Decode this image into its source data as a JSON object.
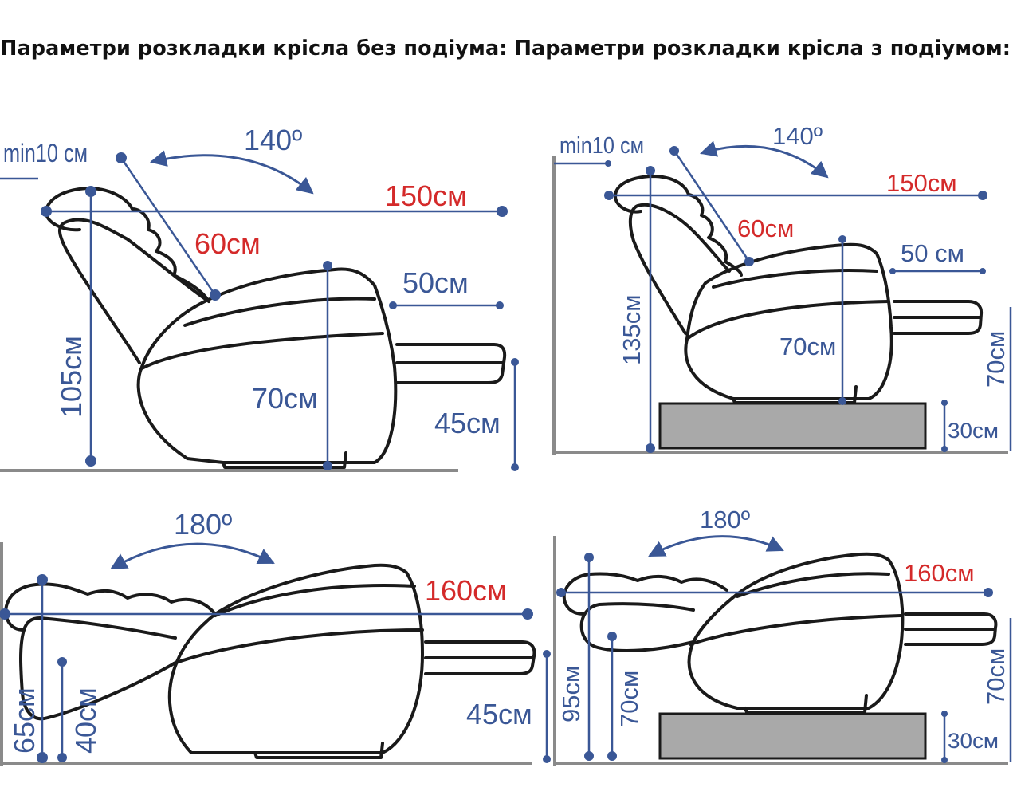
{
  "header": {
    "left_title": "Параметри розкладки крісла без подіума:",
    "right_title": "Параметри розкладки крісла з подіумом:"
  },
  "colors": {
    "dimension": "#3a5796",
    "highlight": "#d42a2a",
    "outline": "#1a1a1a",
    "podium": "#a9a9a9"
  },
  "panels": {
    "top_left": {
      "gap": "min10 см",
      "angle": "140º",
      "length": "150см",
      "back": "60см",
      "footrest": "50см",
      "seat": "70см",
      "height": "105см",
      "foot_height": "45см"
    },
    "top_right": {
      "gap": "min10 см",
      "angle": "140º",
      "length": "150см",
      "back": "60см",
      "footrest": "50 см",
      "seat": "70см",
      "height": "135см",
      "side_height": "70см",
      "podium": "30см"
    },
    "bottom_left": {
      "angle": "180º",
      "length": "160см",
      "head_height": "65см",
      "back_height": "40см",
      "foot_height": "45см"
    },
    "bottom_right": {
      "angle": "180º",
      "length": "160см",
      "head_height": "95см",
      "back_height": "70см",
      "side_height": "70см",
      "podium": "30см"
    }
  }
}
